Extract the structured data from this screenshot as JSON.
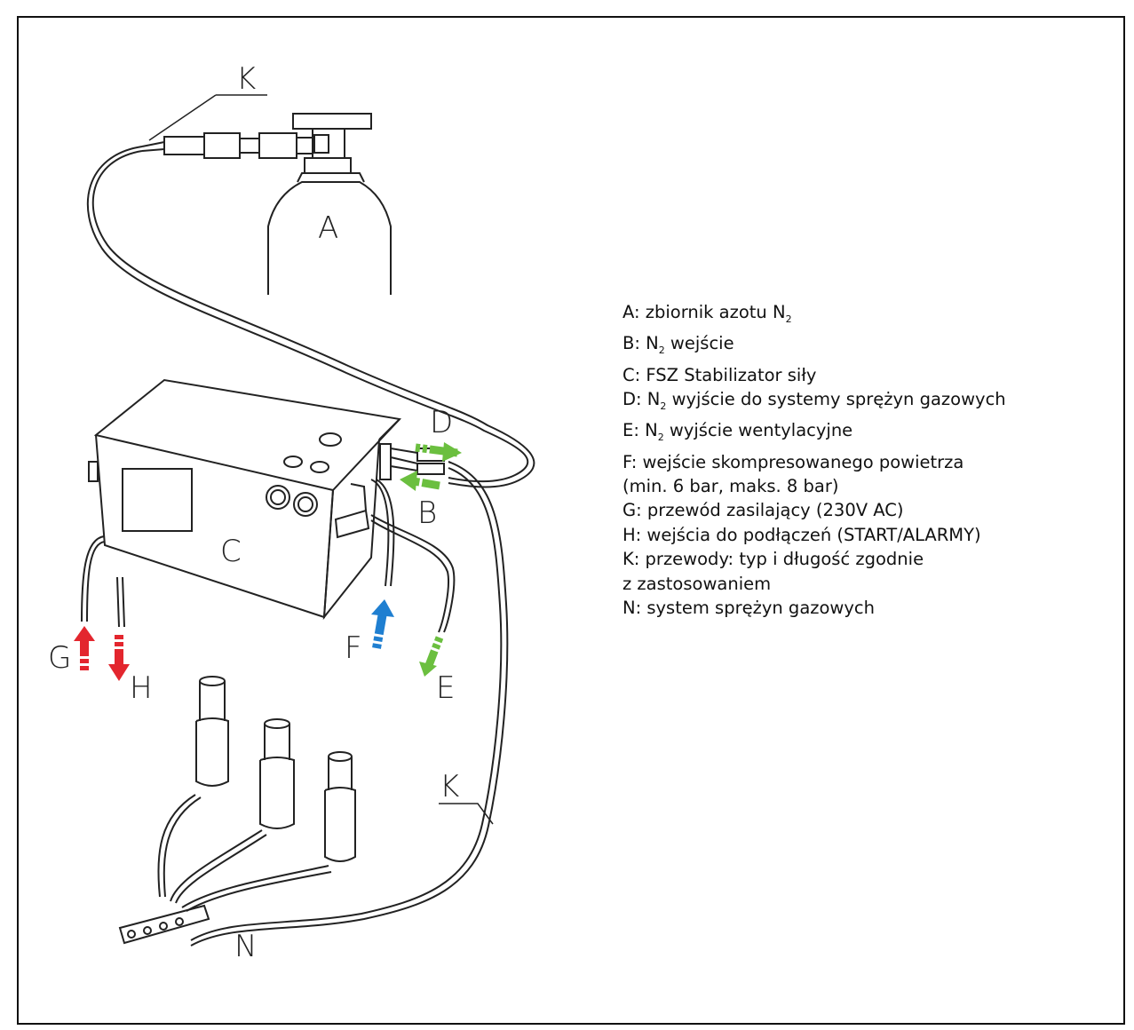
{
  "callouts": {
    "A": "A",
    "B": "B",
    "C": "C",
    "D": "D",
    "E": "E",
    "F": "F",
    "G": "G",
    "H": "H",
    "K_top": "K",
    "K_right": "K",
    "N": "N"
  },
  "legend": [
    {
      "prefix": "A: zbiornik azotu  N",
      "sub": "2",
      "suffix": ""
    },
    {
      "prefix": "B: N",
      "sub": "2",
      "suffix": " wejście"
    },
    {
      "prefix": "C: FSZ Stabilizator siły",
      "sub": "",
      "suffix": ""
    },
    {
      "prefix": "D: N",
      "sub": "2",
      "suffix": "  wyjście do systemy sprężyn gazowych"
    },
    {
      "prefix": "E: N",
      "sub": "2",
      "suffix": " wyjście wentylacyjne"
    },
    {
      "prefix": "F: wejście skompresowanego powietrza",
      "sub": "",
      "suffix": ""
    },
    {
      "prefix": "(min. 6 bar, maks. 8 bar)",
      "sub": "",
      "suffix": ""
    },
    {
      "prefix": "G:  przewód zasilający (230V AC)",
      "sub": "",
      "suffix": ""
    },
    {
      "prefix": "H: wejścia do podłączeń (START/ALARMY)",
      "sub": "",
      "suffix": ""
    },
    {
      "prefix": "K: przewody: typ i długość zgodnie",
      "sub": "",
      "suffix": ""
    },
    {
      "prefix": "z zastosowaniem",
      "sub": "",
      "suffix": ""
    },
    {
      "prefix": "N: system sprężyn gazowych",
      "sub": "",
      "suffix": ""
    }
  ],
  "colors": {
    "green_arrow": "#6bbf3f",
    "blue_arrow": "#1f7fd1",
    "red_arrow": "#e3262e",
    "line": "#222222"
  }
}
